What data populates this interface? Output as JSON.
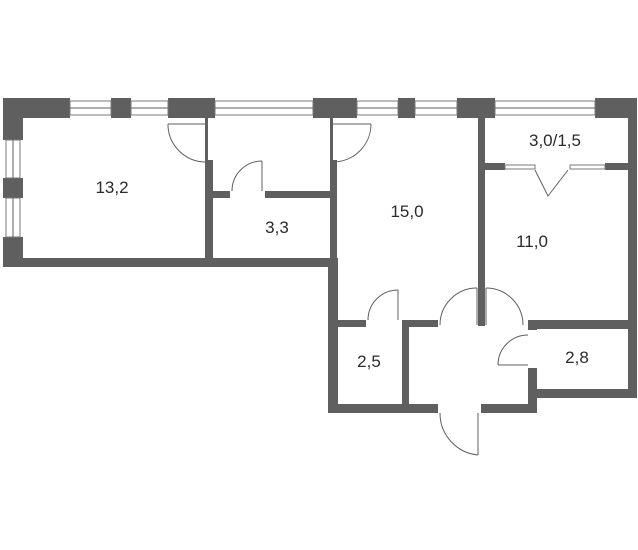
{
  "rooms": {
    "room_a": "13,2",
    "room_b": "3,3",
    "room_c": "15,0",
    "room_d": "3,0/1,5",
    "room_e": "11,0",
    "room_f": "2,5",
    "room_g": "2,8"
  }
}
